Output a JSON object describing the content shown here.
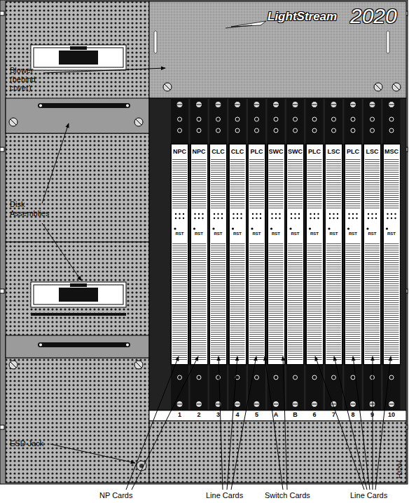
{
  "diagram": {
    "nodes": [
      {
        "text": [
          "NPC",
          "RST"
        ]
      },
      {
        "text": [
          "NPC",
          "RST"
        ]
      },
      {
        "text": [
          "CLC",
          "RST"
        ]
      },
      {
        "text": [
          "CLC",
          "RST"
        ]
      },
      {
        "text": [
          "PLC",
          "RST"
        ]
      },
      {
        "text": [
          "SWC",
          "RST"
        ]
      },
      {
        "text": [
          "SWC",
          "RST"
        ]
      },
      {
        "text": [
          "PLC",
          "RST"
        ]
      },
      {
        "text": [
          "LSC",
          "RST"
        ]
      },
      {
        "text": [
          "PLC",
          "RST"
        ]
      },
      {
        "text": [
          "LSC",
          "RST"
        ]
      },
      {
        "text": [
          "MSC",
          "RST"
        ]
      }
    ],
    "labels": [
      "LightStream",
      "2020",
      "1",
      "2",
      "3",
      "4",
      "5",
      "A",
      "B",
      "6",
      "7",
      "8",
      "9",
      "10",
      "Blower (behind cover)",
      "Disk Assemblies",
      "ESD Jack",
      "NP Cards",
      "Line Cards",
      "Switch Cards",
      "Line Cards",
      "H3204"
    ]
  }
}
